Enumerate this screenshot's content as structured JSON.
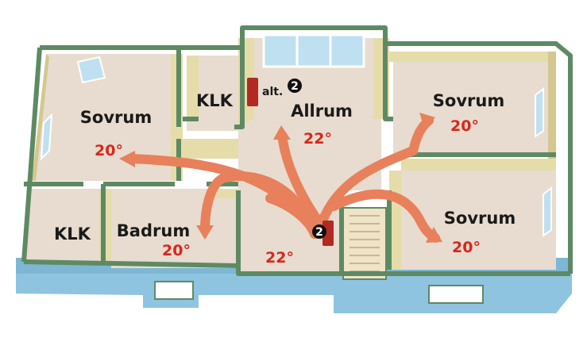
{
  "colors": {
    "wall_top": "#5e8a63",
    "wall_face": "#e6dcaa",
    "floor": "#e7dccf",
    "exterior": "#8ec4df",
    "arrow": "#e8805c",
    "temp_text": "#d9261c",
    "heater": "#b22a22",
    "window_glass": "#bfe0f0"
  },
  "rooms": {
    "sovrum_top_left": {
      "name": "Sovrum",
      "temp": "20°"
    },
    "klk_top": {
      "name": "KLK"
    },
    "allrum": {
      "name": "Allrum",
      "temp": "22°",
      "temp_hall": "22°"
    },
    "sovrum_top_right": {
      "name": "Sovrum",
      "temp": "20°"
    },
    "klk_bottom": {
      "name": "KLK"
    },
    "badrum": {
      "name": "Badrum",
      "temp": "20°"
    },
    "sovrum_bottom_right": {
      "name": "Sovrum",
      "temp": "20°"
    }
  },
  "heaters": {
    "alt": {
      "prefix": "alt.",
      "number": "2"
    },
    "main": {
      "number": "2"
    }
  },
  "icons": {
    "heat_flow": "arrow-icon",
    "heater": "heater-icon",
    "marker": "number-circle-icon"
  }
}
